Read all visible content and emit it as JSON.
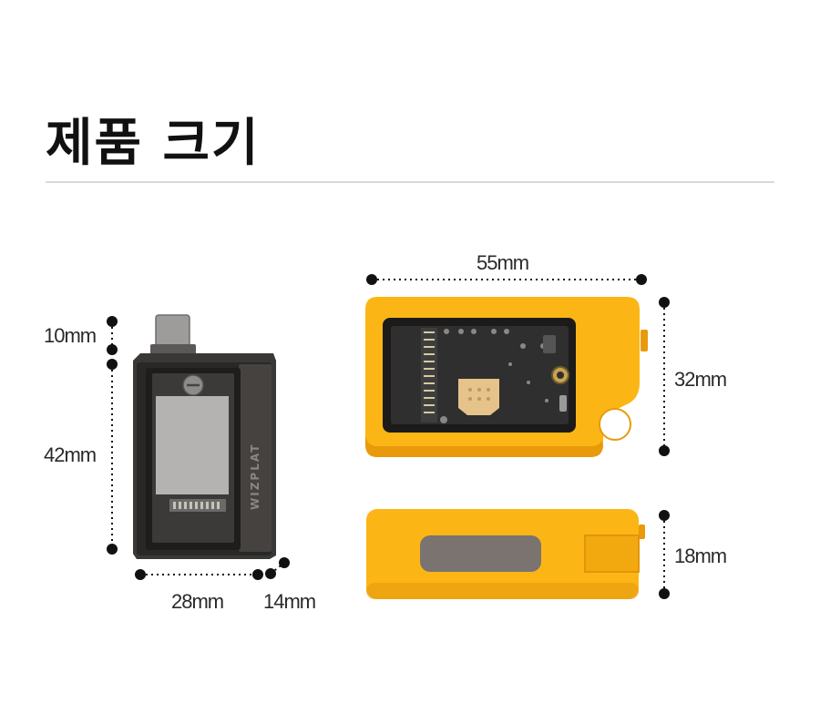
{
  "title": "제품 크기",
  "brand_watermark": "WIZPLAT",
  "colors": {
    "case_yellow": "#fbb615",
    "case_shadow": "#e89a0b",
    "metal_dark": "#3a3836",
    "window_gray": "#7a736f",
    "pcb_dark": "#2b2b2b",
    "contact_gold": "#e5c38a"
  },
  "dimensions": {
    "front_height_top": "10mm",
    "front_height_body": "42mm",
    "front_width": "28mm",
    "front_depth": "14mm",
    "top_width": "55mm",
    "top_height": "32mm",
    "side_height": "18mm"
  }
}
